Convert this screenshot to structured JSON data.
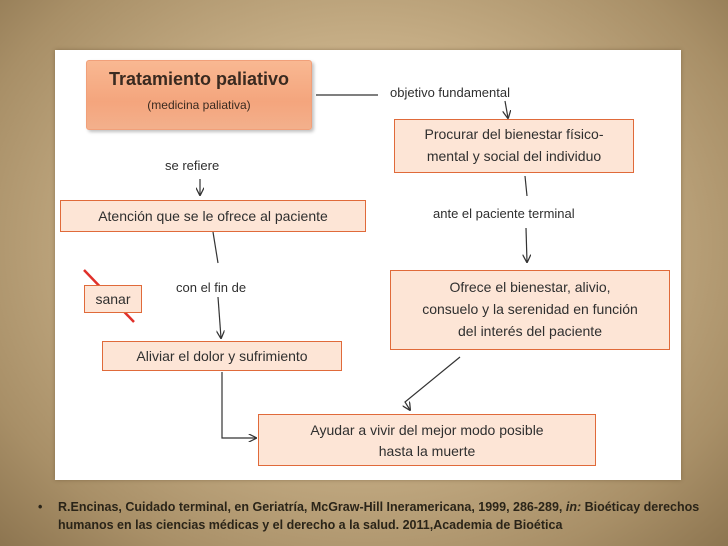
{
  "title_box": {
    "title": "Tratamiento paliativo",
    "subtitle": "(medicina paliativa)"
  },
  "labels": {
    "objective": "objetivo fundamental",
    "refers": "se refiere",
    "terminal": "ante el paciente terminal",
    "purpose": "con el fin de",
    "sanar": "sanar"
  },
  "boxes": {
    "procure_line1": "Procurar del bienestar  físico-",
    "procure_line2": "mental y social del individuo",
    "attention": "Atención que se le ofrece al paciente",
    "offers_line1": "Ofrece el bienestar, alivio,",
    "offers_line2": "consuelo y la serenidad en función",
    "offers_line3": "del interés del paciente",
    "relieve": "Aliviar el dolor y sufrimiento",
    "help_line1": "Ayudar a vivir del mejor modo posible",
    "help_line2": "hasta la muerte"
  },
  "reference": {
    "author": "R.Encinas, Cuidado terminal, en Geriatría, McGraw-Hill Ineramericana, 1999, 286-289, ",
    "in_label": "in:",
    "rest": " Bioéticay derechos humanos en las ciencias médicas y el derecho a la salud. 2011,Academia de Bioética"
  },
  "colors": {
    "accent_orange": "#f4a57d",
    "box_border": "#e06a3a",
    "box_fill": "#fde5d6",
    "strike": "#e0302a"
  }
}
